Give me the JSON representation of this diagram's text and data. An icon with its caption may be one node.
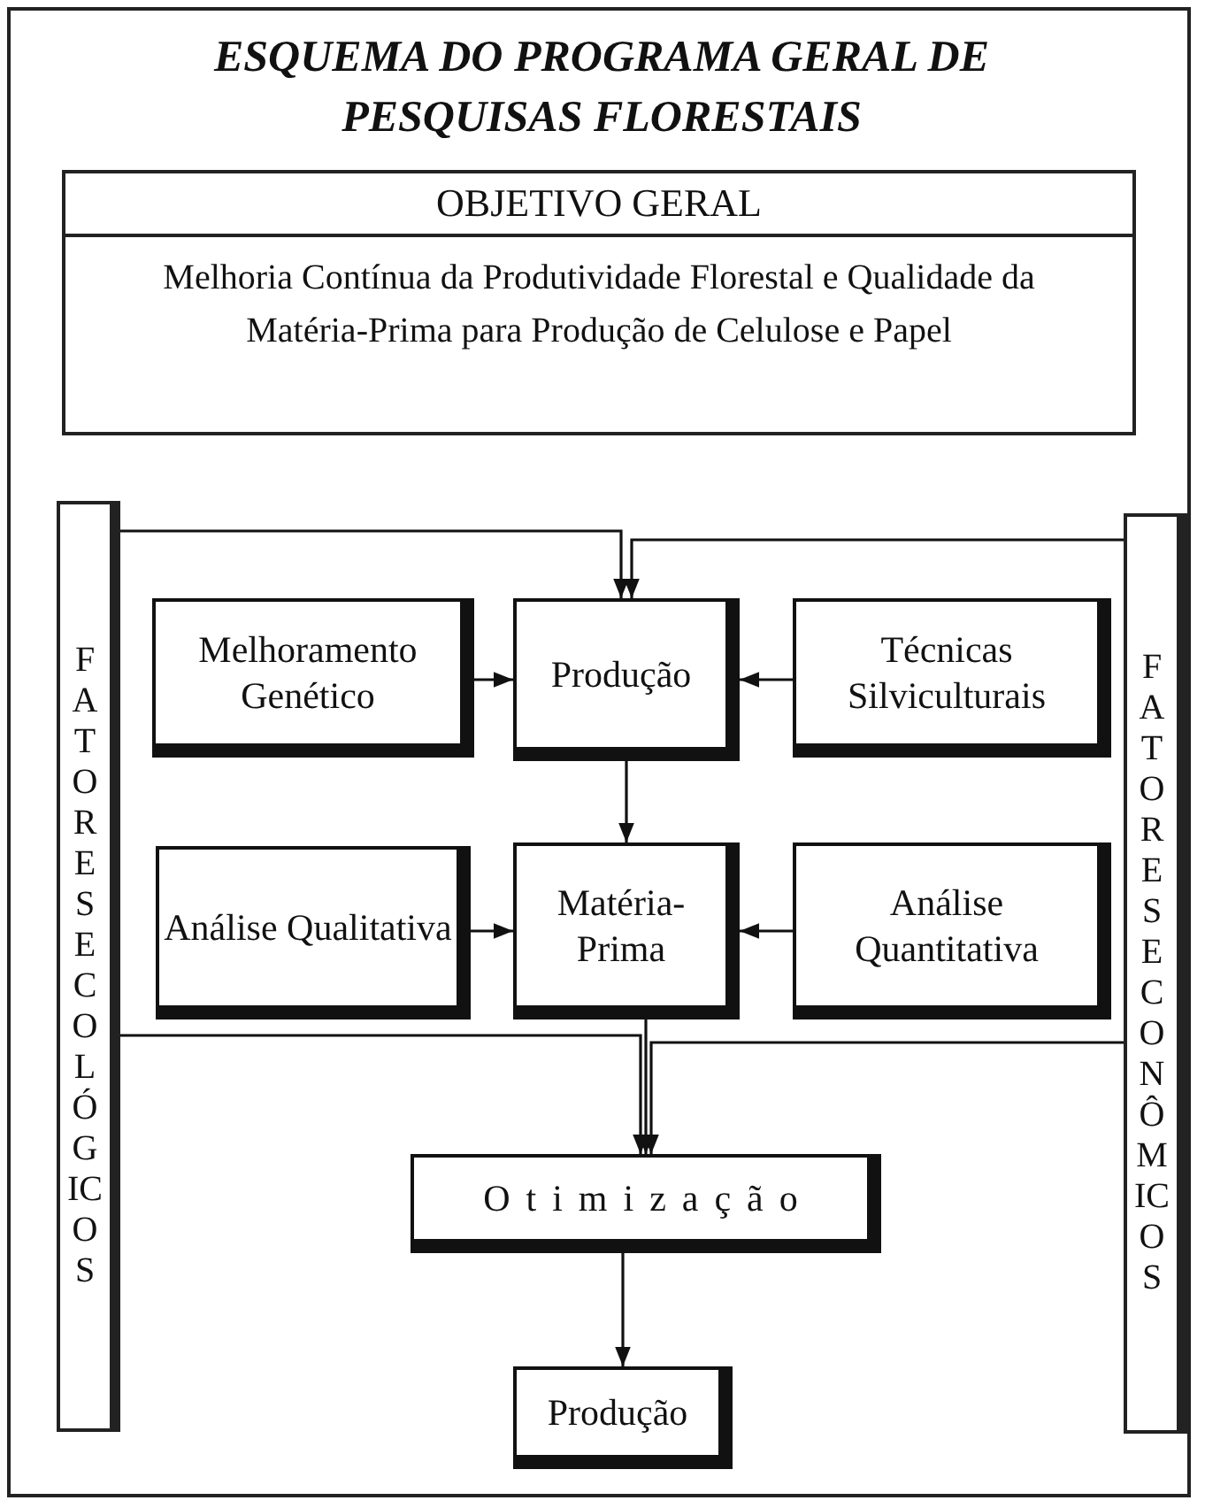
{
  "diagram": {
    "title": "ESQUEMA DO PROGRAMA GERAL DE PESQUISAS FLORESTAIS",
    "nodes": [
      {
        "text": [
          "OBJETIVO GERAL",
          "Melhoria Contínua da Produtividade Florestal e Qualidade da Matéria-Prima para Produção de Celulose e Papel"
        ]
      },
      {
        "text": [
          "FATORES ECOLÓGICOS"
        ]
      },
      {
        "text": [
          "FATORES ECONÔMICOS"
        ]
      },
      {
        "text": [
          "Melhoramento Genético"
        ]
      },
      {
        "text": [
          "Produção"
        ]
      },
      {
        "text": [
          "Técnicas Silviculturais"
        ]
      },
      {
        "text": [
          "Análise Qualitativa"
        ]
      },
      {
        "text": [
          "Matéria-Prima"
        ]
      },
      {
        "text": [
          "Análise Quantitativa"
        ]
      },
      {
        "text": [
          "Otimização"
        ]
      },
      {
        "text": [
          "Produção"
        ]
      }
    ],
    "edges": [
      {
        "from": 1,
        "to": 4,
        "arrow": "to"
      },
      {
        "from": 2,
        "to": 4,
        "arrow": "to"
      },
      {
        "from": 3,
        "to": 4,
        "arrow": "to"
      },
      {
        "from": 5,
        "to": 4,
        "arrow": "to"
      },
      {
        "from": 4,
        "to": 7,
        "arrow": "to"
      },
      {
        "from": 6,
        "to": 7,
        "arrow": "to"
      },
      {
        "from": 8,
        "to": 7,
        "arrow": "to"
      },
      {
        "from": 7,
        "to": 9,
        "arrow": "to"
      },
      {
        "from": 1,
        "to": 9,
        "arrow": "to"
      },
      {
        "from": 2,
        "to": 9,
        "arrow": "to"
      },
      {
        "from": 9,
        "to": 10,
        "arrow": "to"
      }
    ]
  }
}
